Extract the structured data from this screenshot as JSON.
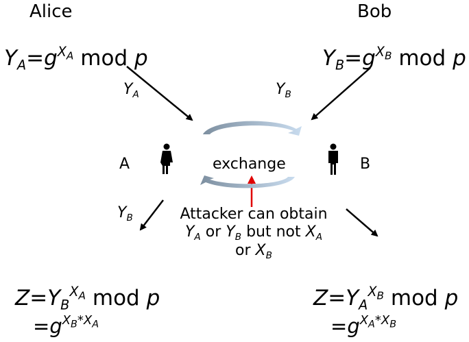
{
  "parties": {
    "alice": "Alice",
    "bob": "Bob",
    "a_label": "A",
    "b_label": "B"
  },
  "vars": {
    "Y": "Y",
    "X": "X",
    "Z": "Z",
    "g": "g",
    "p": "p",
    "A": "A",
    "B": "B",
    "eq": "=",
    "mod": "mod",
    "star": "*"
  },
  "center": {
    "exchange": "exchange"
  },
  "attacker": {
    "line1": "Attacker can obtain",
    "or1": "or",
    "but_not": "but not",
    "or2": "or"
  },
  "colors": {
    "arrow": "#000000",
    "attack_arrow": "#e00000",
    "swirl": "#8fb4d8"
  },
  "icons": {
    "person_a": "person-female-icon",
    "person_b": "person-male-icon"
  }
}
